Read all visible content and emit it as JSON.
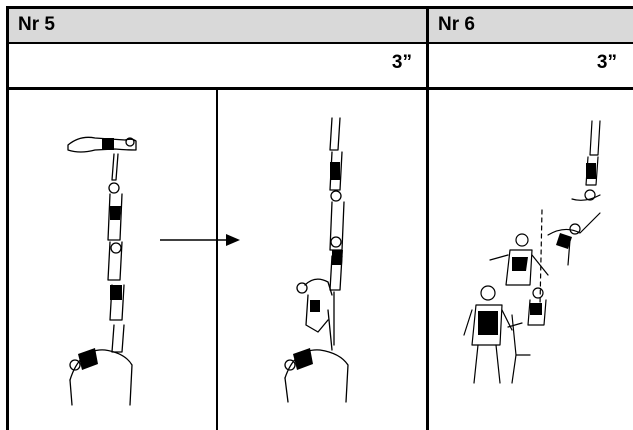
{
  "table": {
    "columns": [
      {
        "label": "Nr  5",
        "duration": "3”"
      },
      {
        "label": "Nr 6",
        "duration": "3”"
      }
    ]
  },
  "figures": [
    {
      "name": "pyramid-figure-1"
    },
    {
      "name": "transition-arrow"
    },
    {
      "name": "pyramid-figure-2"
    },
    {
      "name": "pyramid-figure-3"
    }
  ]
}
